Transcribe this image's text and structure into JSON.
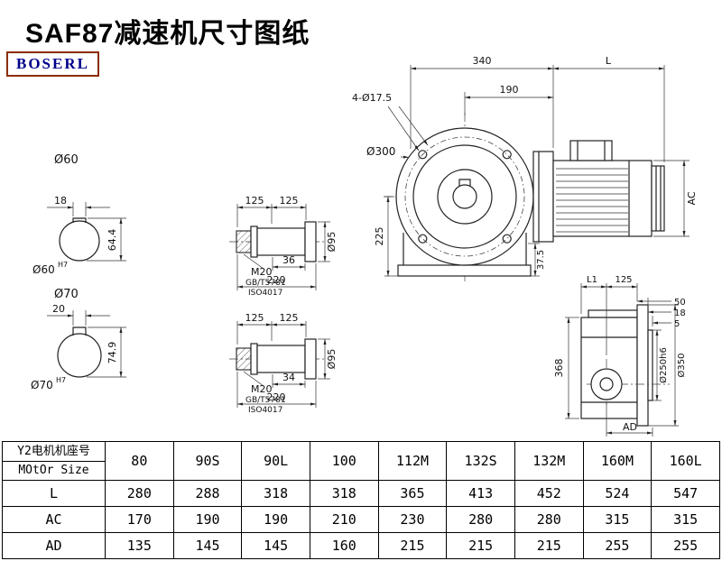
{
  "brand": {
    "logo_text_color": "#00008B",
    "logo_border_color": "#8B2D00"
  },
  "title": "SAF87减速机尺寸图纸",
  "logo": "BOSERL",
  "drawing": {
    "shaft_top": {
      "diameter": "Ø60",
      "key_width": "18",
      "key_height": "64.4",
      "bore": "Ø60",
      "bore_tol": "H7"
    },
    "shaft_bottom": {
      "diameter": "Ø70",
      "key_width": "20",
      "key_height": "74.9",
      "bore": "Ø70",
      "bore_tol": "H7"
    },
    "bushing_top": {
      "dim_a": "125",
      "dim_b": "125",
      "thread": "M20",
      "std1": "GB/T5781",
      "std2": "ISO4017",
      "dim_len": "36",
      "dim_total": "220",
      "dim_od": "Ø95"
    },
    "bushing_bottom": {
      "dim_a": "125",
      "dim_b": "125",
      "thread": "M20",
      "std1": "GB/T5781",
      "std2": "ISO4017",
      "dim_len": "34",
      "dim_total": "220",
      "dim_od": "Ø95"
    },
    "front_view": {
      "dim_340": "340",
      "dim_motor_len": "L",
      "dim_190": "190",
      "holes": "4-Ø17.5",
      "flange_od": "Ø300",
      "dim_225": "225",
      "dim_37_5": "37.5",
      "dim_ac": "AC"
    },
    "side_view": {
      "dim_l1": "L1",
      "dim_125": "125",
      "dim_50": "50",
      "dim_18": "18",
      "dim_5": "5",
      "dim_368": "368",
      "spigot_od": "Ø250h6",
      "flange_od": "Ø350",
      "dim_ad": "AD"
    }
  },
  "table": {
    "header_line1": "Y2电机机座号",
    "header_line2": "MOtOr Size",
    "sizes": [
      "80",
      "90S",
      "90L",
      "100",
      "112M",
      "132S",
      "132M",
      "160M",
      "160L"
    ],
    "rows": [
      {
        "label": "L",
        "values": [
          "280",
          "288",
          "318",
          "318",
          "365",
          "413",
          "452",
          "524",
          "547"
        ]
      },
      {
        "label": "AC",
        "values": [
          "170",
          "190",
          "190",
          "210",
          "230",
          "280",
          "280",
          "315",
          "315"
        ]
      },
      {
        "label": "AD",
        "values": [
          "135",
          "145",
          "145",
          "160",
          "215",
          "215",
          "215",
          "255",
          "255"
        ]
      }
    ]
  }
}
